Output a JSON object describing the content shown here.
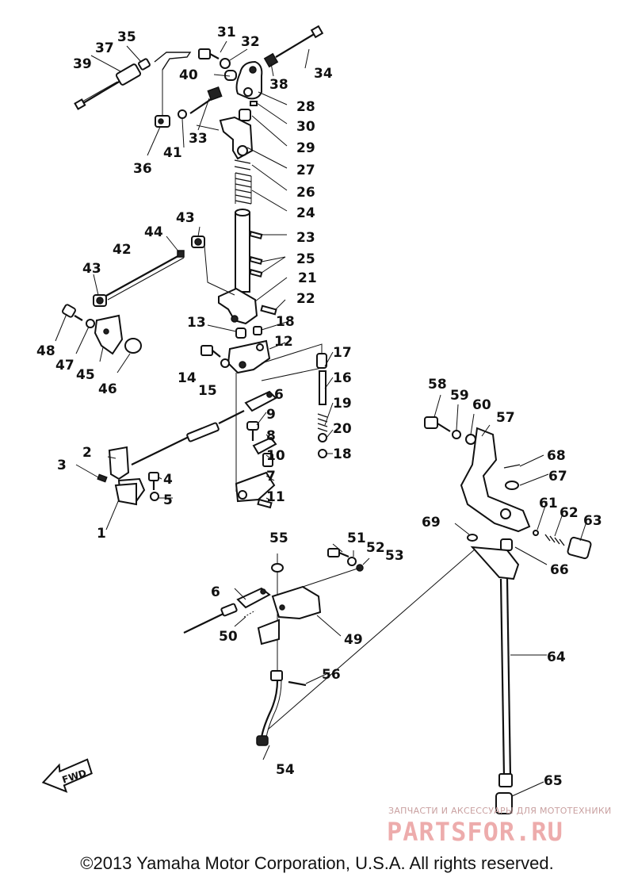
{
  "callouts": [
    "1",
    "2",
    "3",
    "4",
    "5",
    "6",
    "7",
    "8",
    "9",
    "10",
    "11",
    "12",
    "13",
    "14",
    "15",
    "16",
    "17",
    "18",
    "19",
    "20",
    "21",
    "22",
    "23",
    "24",
    "25",
    "26",
    "27",
    "28",
    "29",
    "30",
    "31",
    "32",
    "33",
    "34",
    "35",
    "36",
    "37",
    "38",
    "39",
    "40",
    "41",
    "42",
    "43",
    "44",
    "45",
    "46",
    "47",
    "48",
    "49",
    "50",
    "51",
    "52",
    "53",
    "54",
    "55",
    "56",
    "57",
    "58",
    "59",
    "60",
    "61",
    "62",
    "63",
    "64",
    "65",
    "66",
    "67",
    "68",
    "69"
  ],
  "fwd_label": "FWD",
  "watermark": {
    "tagline": "ЗАПЧАСТИ И АКСЕССУАРЫ ДЛЯ МОТОТЕХНИКИ",
    "logo": "PARTSFOR.RU"
  },
  "footer": {
    "copyright": "©2013 Yamaha Motor Corporation, U.S.A. All rights reserved."
  }
}
